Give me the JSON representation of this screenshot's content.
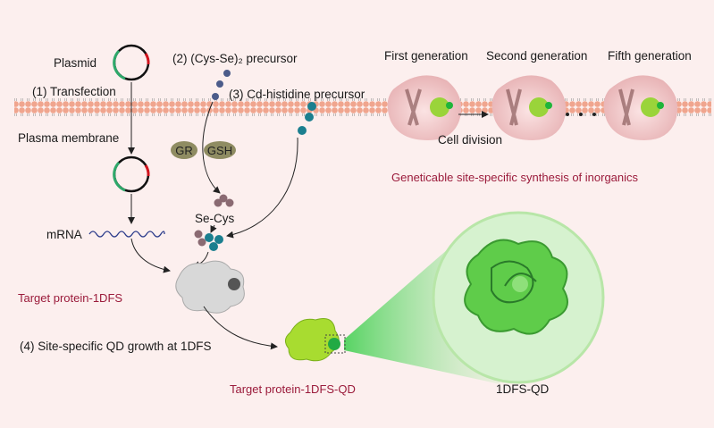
{
  "left": {
    "plasmid": "Plasmid",
    "transfection": "(1) Transfection",
    "membrane": "Plasma membrane",
    "mrna": "mRNA",
    "precursor2": "(2) (Cys-Se)₂  precursor",
    "precursor3": "(3) Cd-histidine precursor",
    "gr": "GR",
    "gsh": "GSH",
    "secys": "Se-Cys",
    "target": "Target protein-1DFS",
    "step4": "(4) Site-specific QD growth at 1DFS",
    "target_qd": "Target protein-1DFS-QD",
    "zoom_label": "1DFS-QD"
  },
  "right": {
    "gen1": "First generation",
    "gen2": "Second generation",
    "gen5": "Fifth generation",
    "division": "Cell division",
    "caption": "Geneticable site-specific  synthesis of inorganics"
  },
  "colors": {
    "background": "#fcefee",
    "caption": "#9b1b3b",
    "membrane": "#f0a58e",
    "protein_green": "#9ad43a",
    "qd_teal": "#1b7f8f",
    "precursor_blue": "#4c5c8a"
  }
}
